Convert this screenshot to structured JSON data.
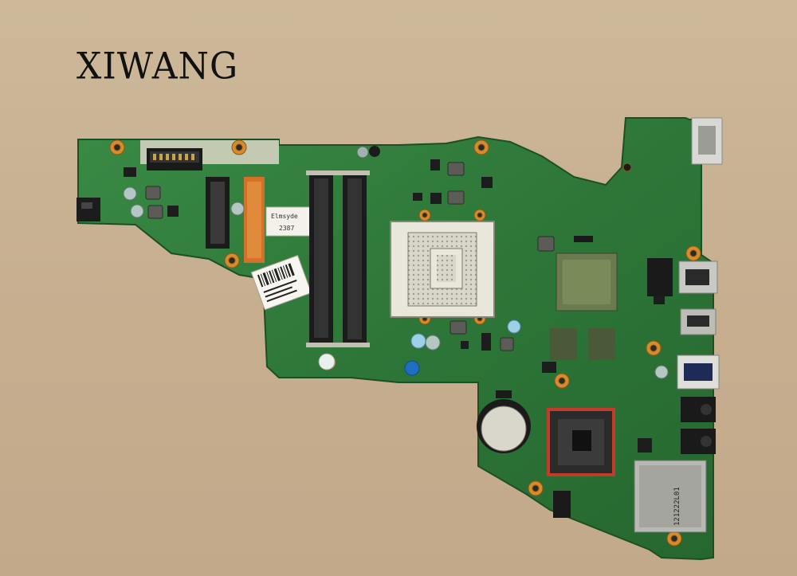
{
  "watermark": {
    "text": "XIWANG"
  },
  "board": {
    "sticker_left": "Elmsyde",
    "sticker_left_code": "2387",
    "card_label": "121222L01",
    "colors": {
      "pcb": "#2f7a3a",
      "pcb_dark": "#235e2c",
      "background": "#c9b394",
      "socket": "#d7d3c5",
      "label_orange": "#d3702a"
    }
  }
}
